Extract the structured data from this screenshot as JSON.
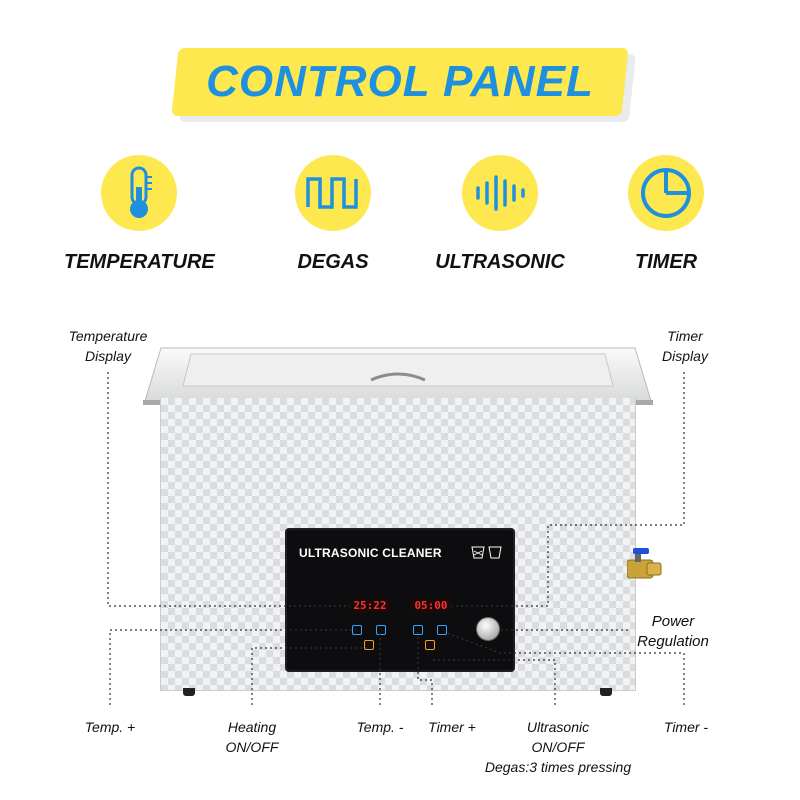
{
  "banner": {
    "title": "CONTROL PANEL"
  },
  "features": [
    {
      "label": "TEMPERATURE",
      "icon": "thermometer-icon"
    },
    {
      "label": "DEGAS",
      "icon": "square-wave-icon"
    },
    {
      "label": "ULTRASONIC",
      "icon": "sound-wave-icon"
    },
    {
      "label": "TIMER",
      "icon": "pie-timer-icon"
    }
  ],
  "panel": {
    "title": "ULTRASONIC CLEANER",
    "temp_display": "25:22",
    "timer_display": "05:00"
  },
  "callouts": {
    "temperature_display_1": "Temperature",
    "temperature_display_2": "Display",
    "timer_display_1": "Timer",
    "timer_display_2": "Display",
    "power_regulation_1": "Power",
    "power_regulation_2": "Regulation",
    "temp_plus": "Temp. +",
    "heating_1": "Heating",
    "heating_2": "ON/OFF",
    "temp_minus": "Temp. -",
    "timer_plus": "Timer +",
    "ultrasonic_1": "Ultrasonic",
    "ultrasonic_2": "ON/OFF",
    "degas_note": "Degas:3 times pressing",
    "timer_minus": "Timer -"
  },
  "colors": {
    "banner_yellow": "#fde84f",
    "title_blue": "#1f8fe0",
    "display_red": "#ff3030"
  }
}
